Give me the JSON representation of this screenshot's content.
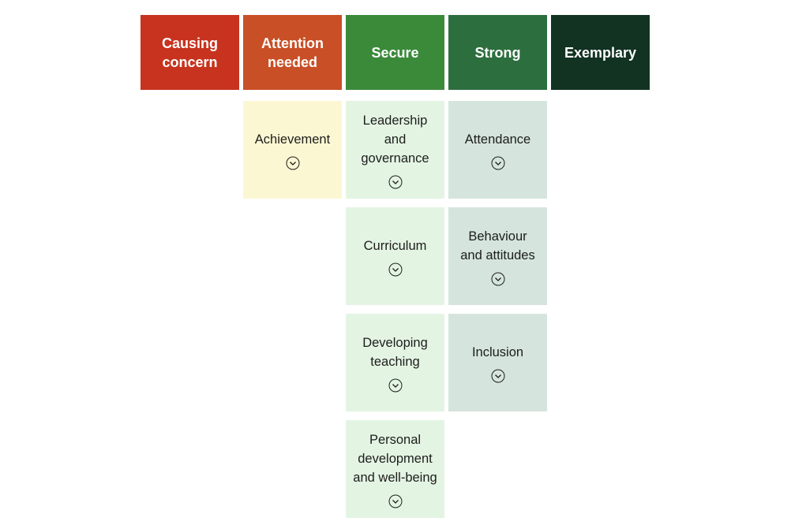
{
  "colors": {
    "causing_concern": "#c7331e",
    "attention_needed": "#c84f26",
    "secure": "#3b8a3a",
    "strong": "#2d6e3f",
    "exemplary": "#123222",
    "attention_tile": "#fcf7d3",
    "secure_tile": "#e3f4e3",
    "strong_tile": "#d5e5dd"
  },
  "grades": [
    {
      "label": "Causing\nconcern"
    },
    {
      "label": "Attention\nneeded"
    },
    {
      "label": "Secure"
    },
    {
      "label": "Strong"
    },
    {
      "label": "Exemplary"
    }
  ],
  "areas": {
    "attention_needed": [
      {
        "label": "Achievement",
        "icon": "chevron-down-circle-icon"
      }
    ],
    "secure": [
      {
        "label": "Leadership\nand\ngovernance",
        "icon": "chevron-down-circle-icon"
      },
      {
        "label": "Curriculum",
        "icon": "chevron-down-circle-icon"
      },
      {
        "label": "Developing\nteaching",
        "icon": "chevron-down-circle-icon"
      },
      {
        "label": "Personal\ndevelopment\nand well-being",
        "icon": "chevron-down-circle-icon"
      }
    ],
    "strong": [
      {
        "label": "Attendance",
        "icon": "chevron-down-circle-icon"
      },
      {
        "label": "Behaviour\nand attitudes",
        "icon": "chevron-down-circle-icon"
      },
      {
        "label": "Inclusion",
        "icon": "chevron-down-circle-icon"
      }
    ]
  }
}
